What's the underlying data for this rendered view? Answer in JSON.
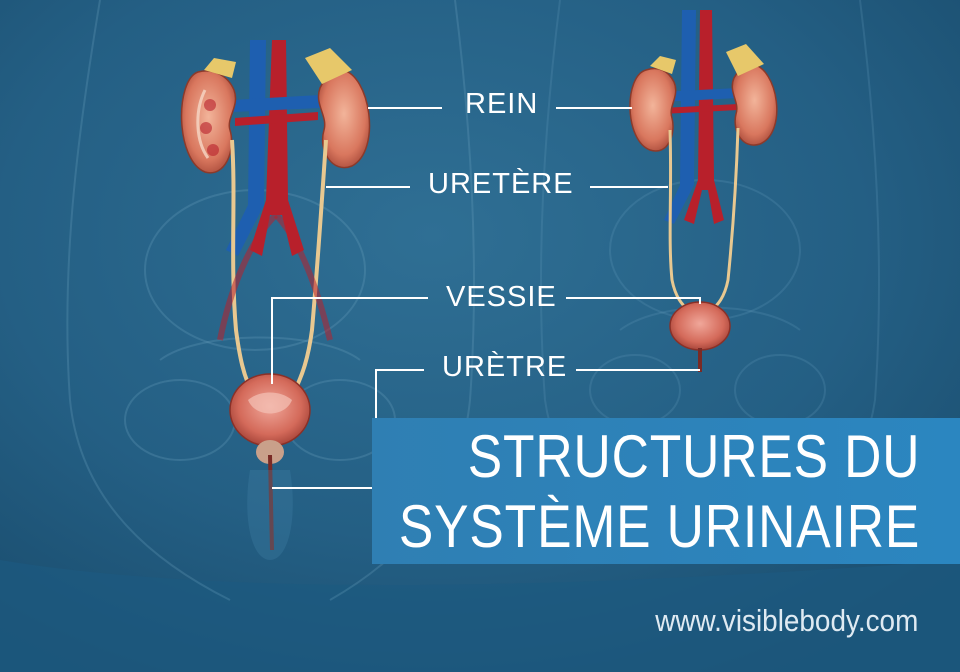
{
  "labels": {
    "kidney": "REIN",
    "ureter": "URETÈRE",
    "bladder": "VESSIE",
    "urethra": "URÈTRE"
  },
  "title": {
    "line1": "STRUCTURES DU",
    "line2": "SYSTÈME URINAIRE"
  },
  "website": "www.visiblebody.com",
  "colors": {
    "background": "#1f5d82",
    "title_band": "#2f82ba",
    "artery": "#b8202b",
    "vein": "#1e5fb0",
    "kidney": "#d9775e",
    "ureter": "#e8c890",
    "bladder": "#d46a5a"
  }
}
